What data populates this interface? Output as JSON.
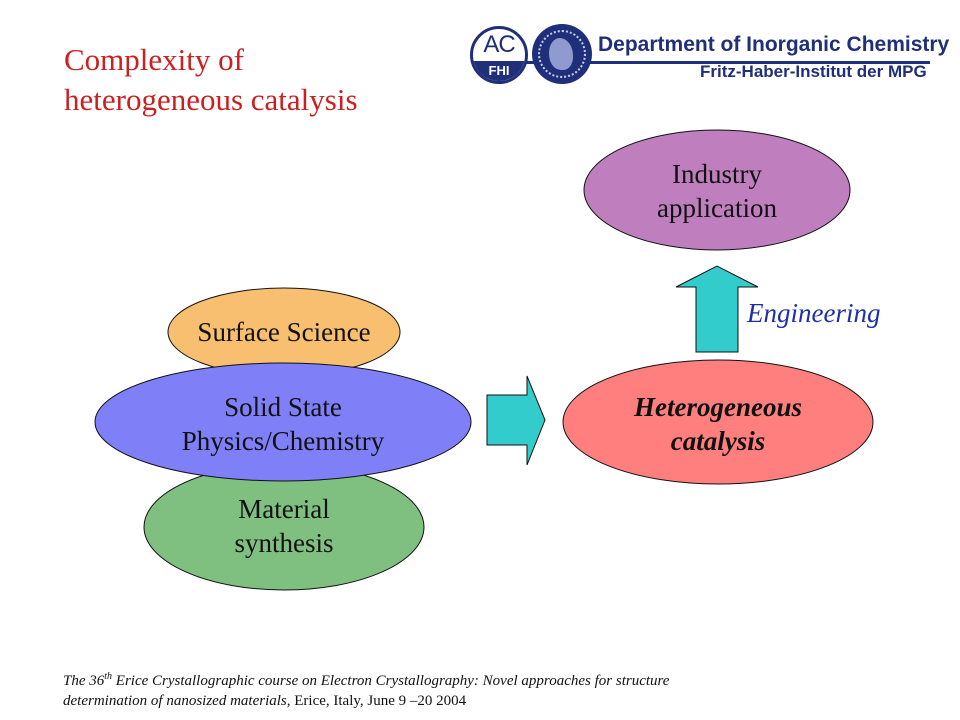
{
  "slide": {
    "title_line1": "Complexity of",
    "title_line2": "heterogeneous  catalysis"
  },
  "header": {
    "department": "Department of Inorganic Chemistry",
    "institute": "Fritz-Haber-Institut der MPG",
    "logo_ac_top": "AC",
    "logo_ac_bottom": "FHI"
  },
  "diagram": {
    "nodes": {
      "surface_science": {
        "label": "Surface Science",
        "color": "#f9bf70"
      },
      "solid_state": {
        "line1": "Solid State",
        "line2": "Physics/Chemistry",
        "color": "#7f7ff8"
      },
      "material": {
        "line1": "Material",
        "line2": "synthesis",
        "color": "#7fbf7f"
      },
      "heterogeneous": {
        "line1": "Heterogeneous",
        "line2": "catalysis",
        "color": "#ff7f7f"
      },
      "industry": {
        "line1": "Industry",
        "line2": "application",
        "color": "#bf7fbf"
      }
    },
    "arrow_color": "#33cccc",
    "edge_label": "Engineering"
  },
  "footer": {
    "line1_pre": "The 36",
    "line1_sup": "th",
    "line1_post": " Erice Crystallographic course on Electron Crystallography: Novel approaches for structure",
    "line2_italic": "determination of nanosized materials,",
    "line2_upright": " Erice, Italy, June 9 –20 2004"
  },
  "colors": {
    "title": "#cc1f1f",
    "brand_blue": "#1f2f7a",
    "edge_label": "#1f2fa8"
  }
}
